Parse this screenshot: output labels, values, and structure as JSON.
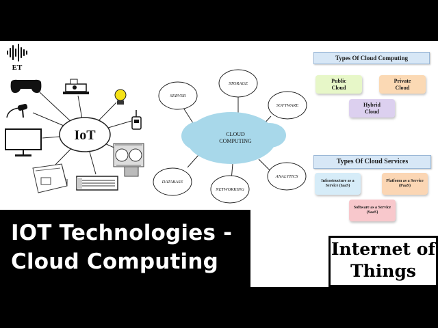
{
  "logo": {
    "text": "ET"
  },
  "iot": {
    "hub": "IoT",
    "devices": [
      "game-controller",
      "projector",
      "light-bulb",
      "microphone",
      "remote-control",
      "monitor",
      "industrial-machine",
      "washing-machine",
      "air-conditioner"
    ]
  },
  "cloud": {
    "center_line1": "CLOUD",
    "center_line2": "COMPUTING",
    "nodes": [
      "SERVER",
      "STORAGE",
      "SOFTWARE",
      "DATABASE",
      "NETWORKING",
      "ANALYTICS"
    ]
  },
  "types_computing": {
    "title": "Types Of Cloud Computing",
    "public": [
      "Public",
      "Cloud"
    ],
    "private": [
      "Private",
      "Cloud"
    ],
    "hybrid": [
      "Hybrid",
      "Cloud"
    ]
  },
  "types_services": {
    "title": "Types Of Cloud Services",
    "iaas": [
      "Infrastructure as a",
      "Service (IaaS)"
    ],
    "paas": [
      "Platform as a Service",
      "(PaaS)"
    ],
    "saas": [
      "Software as a Service",
      "(SaaS)"
    ]
  },
  "banner": {
    "line1": "IOT Technologies -",
    "line2": "Cloud Computing"
  },
  "badge": {
    "line1": "Internet of",
    "line2": "Things"
  },
  "colors": {
    "cloud": "#a8d8ea",
    "public": "#e7f7c8",
    "private": "#fbd9b4",
    "hybrid": "#dcd0ef",
    "iaas": "#d6ecf8",
    "paas": "#fbd6b4",
    "saas": "#f8c8cc",
    "title_bg": "#d7e7f6"
  }
}
